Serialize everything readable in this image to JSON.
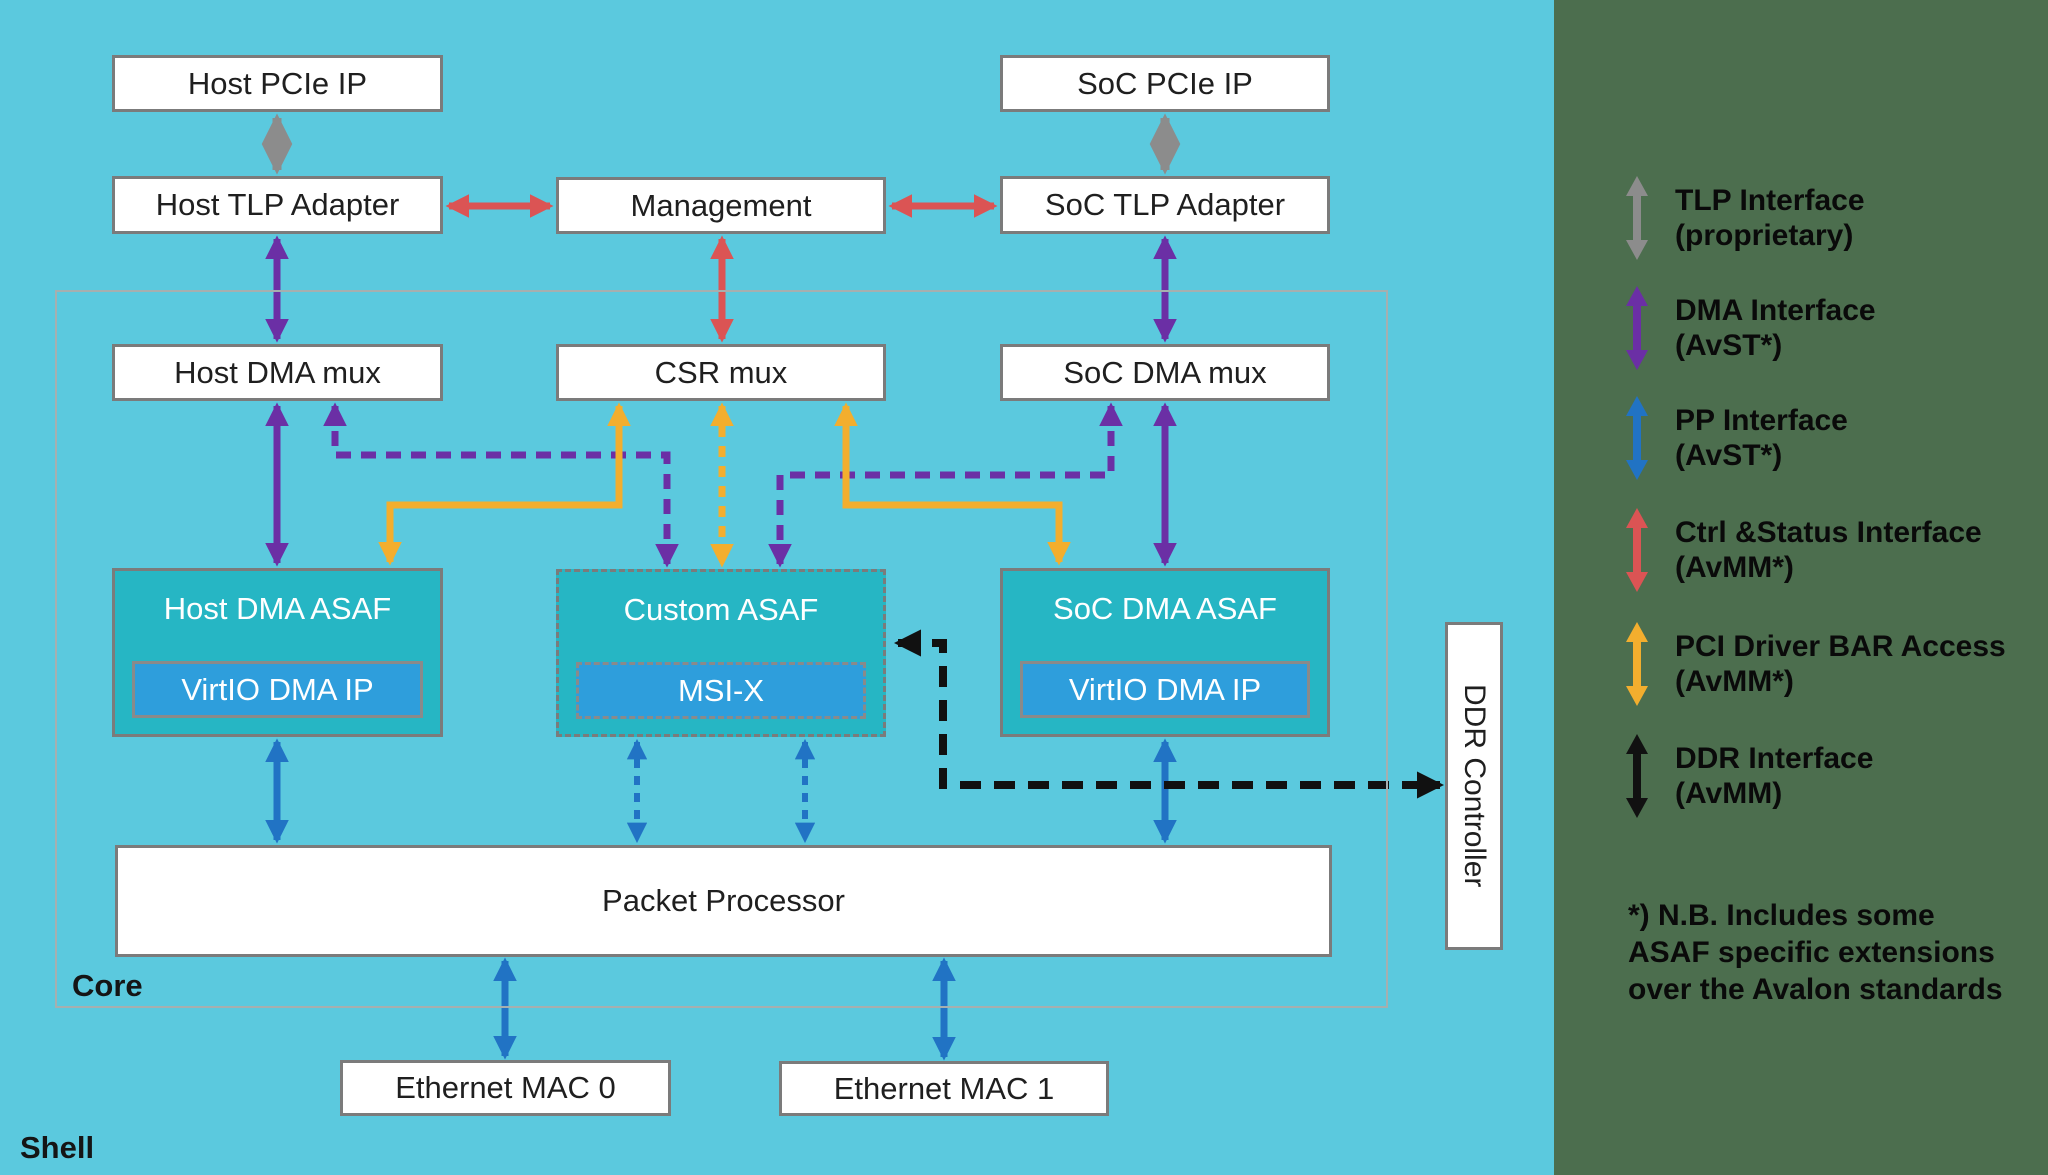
{
  "colors": {
    "background_cyan": "#5BC9DE",
    "panel_green": "#4C6E4E",
    "box_white": "#FFFFFF",
    "box_border": "#7B7B7B",
    "core_border": "#A6AFAF",
    "teal_block": "#26B6C4",
    "blue_block": "#2E9EDC",
    "label_dark": "#1F1F1F",
    "label_white": "#FFFFFF",
    "arrow_gray": "#8C8C8C",
    "arrow_purple": "#6B2FA5",
    "arrow_blue": "#2173C4",
    "arrow_red": "#DB5454",
    "arrow_yellow": "#F3AE2E",
    "arrow_black": "#111111"
  },
  "regions": {
    "shell_label": "Shell",
    "core_label": "Core"
  },
  "blocks": {
    "host_pcie_ip": "Host PCIe IP",
    "soc_pcie_ip": "SoC PCIe IP",
    "host_tlp_adapter": "Host TLP Adapter",
    "management": "Management",
    "soc_tlp_adapter": "SoC TLP Adapter",
    "host_dma_mux": "Host DMA mux",
    "csr_mux": "CSR mux",
    "soc_dma_mux": "SoC DMA mux",
    "host_dma_asaf": "Host DMA ASAF",
    "host_virtio_dma_ip": "VirtIO DMA IP",
    "custom_asaf": "Custom ASAF",
    "msi_x": "MSI-X",
    "soc_dma_asaf": "SoC DMA ASAF",
    "soc_virtio_dma_ip": "VirtIO DMA IP",
    "packet_processor": "Packet Processor",
    "ethernet_mac_0": "Ethernet MAC 0",
    "ethernet_mac_1": "Ethernet MAC 1",
    "ddr_controller": "DDR Controller"
  },
  "legend": {
    "items": [
      {
        "id": "tlp",
        "color": "#8C8C8C",
        "line1": "TLP Interface",
        "line2": "(proprietary)"
      },
      {
        "id": "dma",
        "color": "#6B2FA5",
        "line1": "DMA Interface",
        "line2": "(AvST*)"
      },
      {
        "id": "pp",
        "color": "#2173C4",
        "line1": "PP Interface",
        "line2": "(AvST*)"
      },
      {
        "id": "ctrl_status",
        "color": "#DB5454",
        "line1": "Ctrl &Status Interface",
        "line2": "(AvMM*)"
      },
      {
        "id": "pci_bar",
        "color": "#F3AE2E",
        "line1": "PCI Driver BAR Access",
        "line2": "(AvMM*)"
      },
      {
        "id": "ddr",
        "color": "#111111",
        "line1": "DDR Interface",
        "line2": "(AvMM)"
      }
    ],
    "note_lines": [
      "*) N.B. Includes some",
      "ASAF specific extensions",
      "over the Avalon standards"
    ]
  }
}
